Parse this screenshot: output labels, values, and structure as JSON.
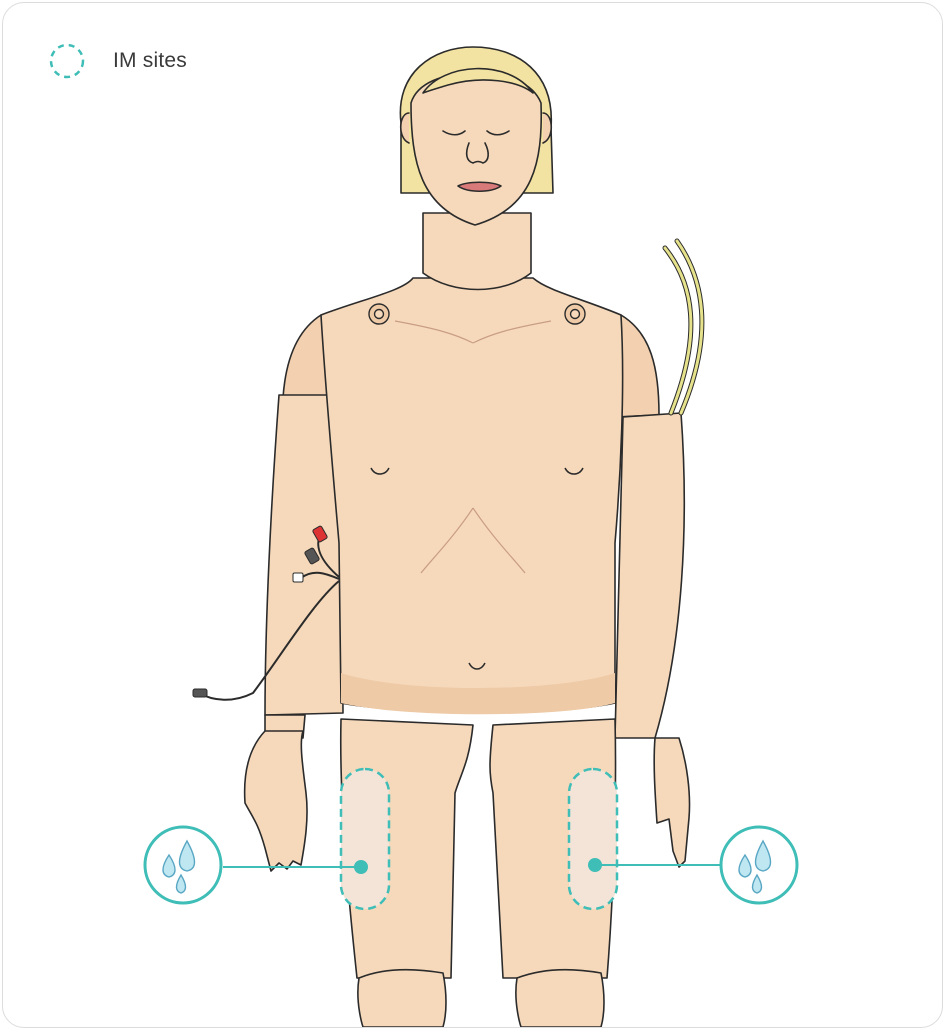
{
  "legend": {
    "label": "IM sites",
    "icon": "dashed-circle-icon"
  },
  "colors": {
    "accent": "#3fbdb7",
    "skin": "#f6d9bb",
    "skin_shadow": "#edc7a3",
    "hair": "#f3e3a2",
    "outline": "#2b2b2b",
    "im_site_fill": "#f4e4d7"
  },
  "callouts": [
    {
      "name": "left-thigh-im-site",
      "icon": "fluid-drops-icon"
    },
    {
      "name": "right-thigh-im-site",
      "icon": "fluid-drops-icon"
    }
  ]
}
